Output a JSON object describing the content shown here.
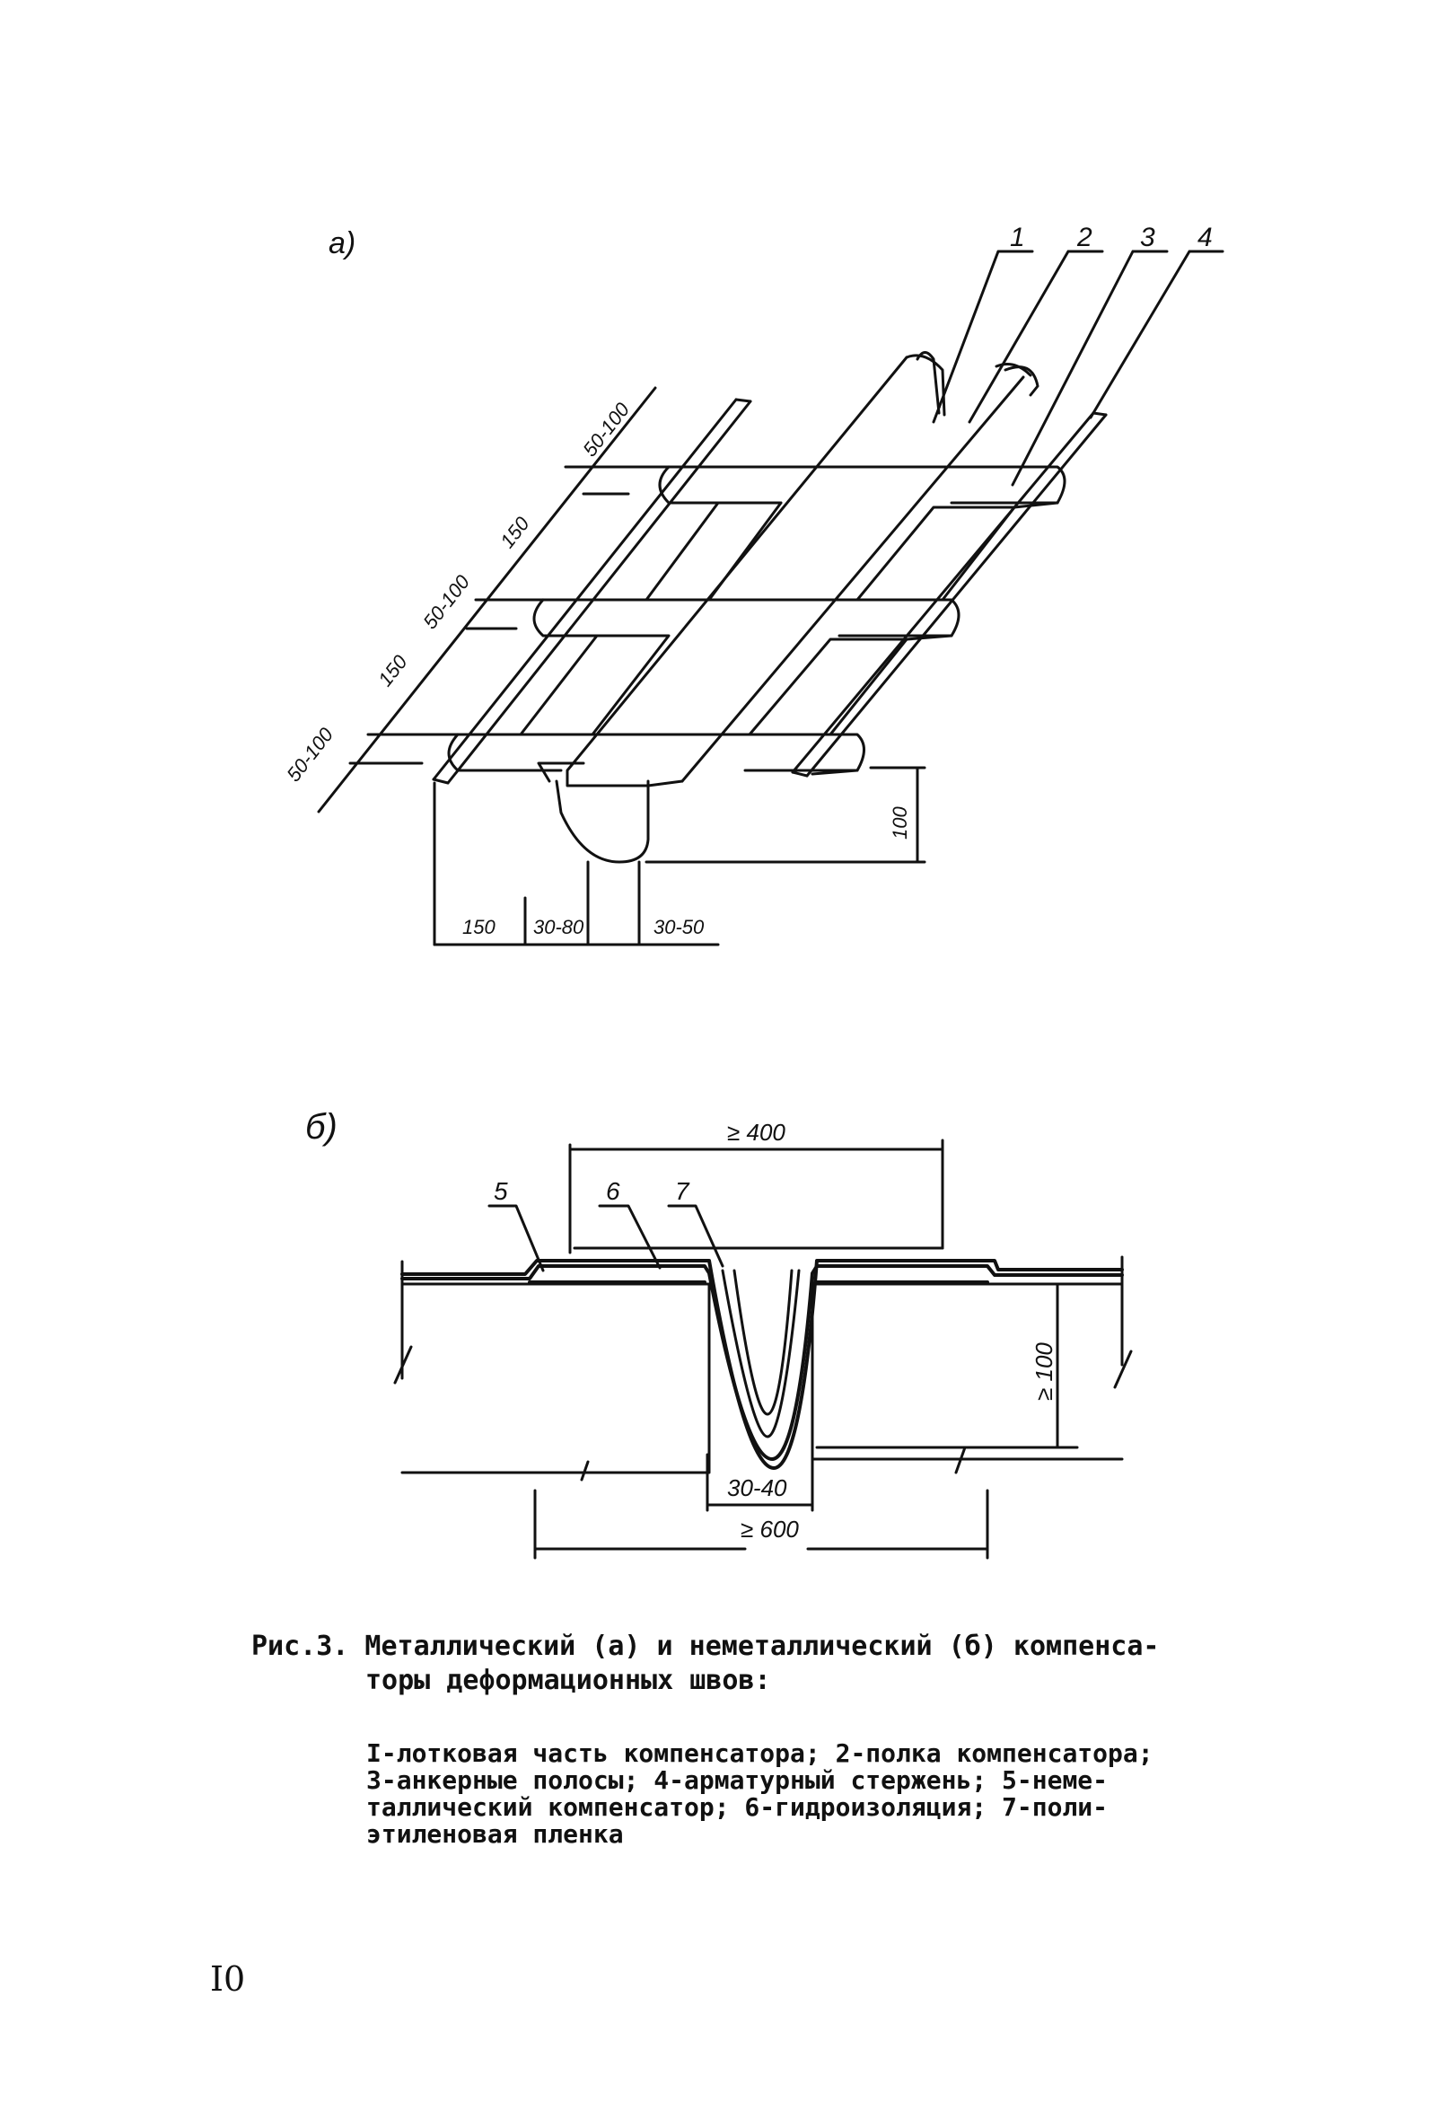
{
  "figure_a": {
    "label": "а)",
    "callouts": [
      "1",
      "2",
      "3",
      "4"
    ],
    "dimensions": {
      "d_top": "50-100",
      "d_150_upper": "150",
      "d_mid": "50-100",
      "d_150_lower": "150",
      "d_bottom": "50-100",
      "d_height": "100",
      "d_bottom_150": "150",
      "d_bottom_30_80": "30-80",
      "d_bottom_30_50": "30-50"
    }
  },
  "figure_b": {
    "label": "б)",
    "callouts": [
      "5",
      "6",
      "7"
    ],
    "dimensions": {
      "d_width_top": "≥ 400",
      "d_height": "≥ 100",
      "d_gap": "30-40",
      "d_width_bottom": "≥ 600"
    }
  },
  "caption": {
    "line1": "Рис.3. Металлический (а) и неметаллический (б) компенса-",
    "line2": "торы деформационных швов:"
  },
  "legend": {
    "line1": "I-лотковая часть компенсатора; 2-полка компенсатора;",
    "line2": "3-анкерные полосы; 4-арматурный стержень; 5-неме-",
    "line3": "таллический компенсатор; 6-гидроизоляция; 7-поли-",
    "line4": "этиленовая пленка"
  },
  "page_number": "I0"
}
